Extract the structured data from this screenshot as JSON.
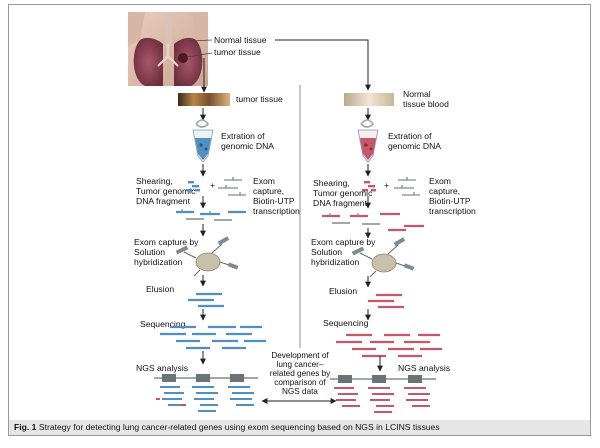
{
  "figure": {
    "caption_label": "Fig. 1",
    "caption_text": "Strategy for detecting lung cancer-related genes using exom sequencing based on NGS in LCINS tissues",
    "colors": {
      "tumor_blue": "#4f8fc4",
      "normal_red": "#c6566a",
      "probe_gray": "#7d8c93",
      "arrow": "#222222",
      "divider": "#777777",
      "bead": "#c9c0a8"
    }
  },
  "lungs": {
    "normal_tissue": "Normal tissue",
    "tumor_tissue": "tumor tissue"
  },
  "left": {
    "sample": "tumor tissue",
    "extraction": [
      "Extration of",
      "genomic DNA"
    ],
    "shearing": [
      "Shearing,",
      "Tumor genomic",
      "DNA fragment"
    ],
    "exom_capture_prep": [
      "Exom",
      "capture,",
      "Biotin-UTP",
      "transcription"
    ],
    "hybridization": [
      "Exom capture by",
      "Solution",
      "hybridization"
    ],
    "elusion": "Elusion",
    "sequencing": "Sequencing",
    "ngs": "NGS analysis"
  },
  "right": {
    "sample": [
      "Normal",
      "tissue blood"
    ],
    "extraction": [
      "Extration of",
      "genomic DNA"
    ],
    "shearing": [
      "Shearing,",
      "Tumor genomic",
      "DNA fragment"
    ],
    "exom_capture_prep": [
      "Exom",
      "capture,",
      "Biotin-UTP",
      "transcription"
    ],
    "hybridization": [
      "Exom capture by",
      "Solution",
      "hybridization"
    ],
    "elusion": "Elusion",
    "sequencing": "Sequencing",
    "ngs": "NGS analysis"
  },
  "center": {
    "development": [
      "Development of",
      "lung cancer–",
      "related genes by",
      "comparison of",
      "NGS data"
    ]
  }
}
